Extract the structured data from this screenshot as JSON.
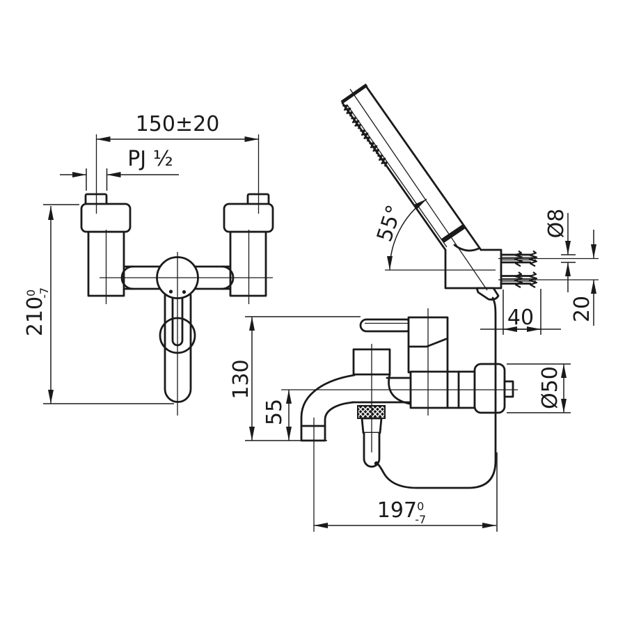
{
  "meta": {
    "type": "technical-drawing",
    "subject": "Wall-mounted bath/shower mixer with hand shower - dimensional drawing",
    "background_color": "#ffffff",
    "line_color": "#1a1a1a"
  },
  "dimensions": {
    "mount_span": "150±20",
    "thread_size": "PJ ½",
    "overall_height": {
      "value": "210",
      "tol_upper": "0",
      "tol_lower": "-7"
    },
    "shower_angle": "55°",
    "supply_pipe_dia": "Ø8",
    "supply_offset": "40",
    "supply_gap": "20",
    "body_height": "130",
    "spout_drop": "55",
    "flange_dia": "Ø50",
    "reach": {
      "value": "197",
      "tol_upper": "0",
      "tol_lower": "-7"
    }
  }
}
